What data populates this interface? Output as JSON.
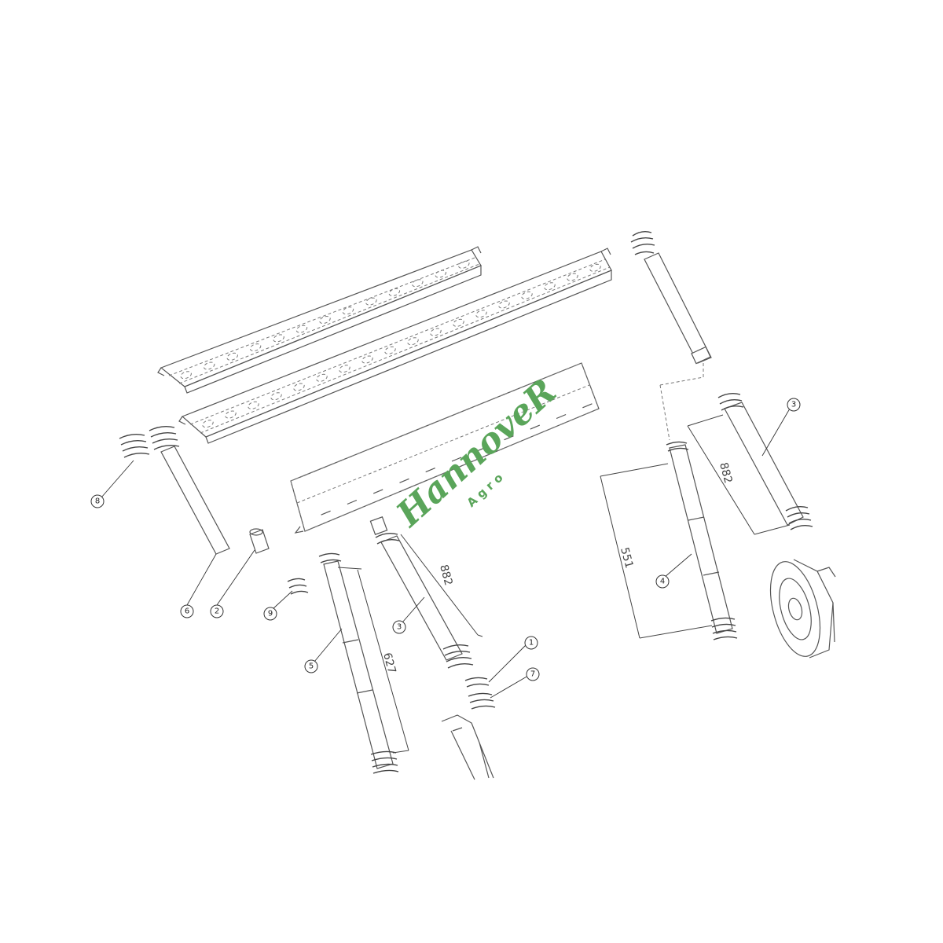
{
  "watermark": {
    "brand": "HannoveR",
    "sub": "Agro",
    "color": "#5aa55a"
  },
  "callouts": {
    "c1": "1",
    "c2": "2",
    "c3a": "3",
    "c3b": "3",
    "c4": "4",
    "c5": "5",
    "c6": "6",
    "c7": "7",
    "c8": "8",
    "c9": "9"
  },
  "dimensions": {
    "d882_center": "882",
    "d882_right": "882",
    "d551": "551",
    "d627": "627"
  }
}
